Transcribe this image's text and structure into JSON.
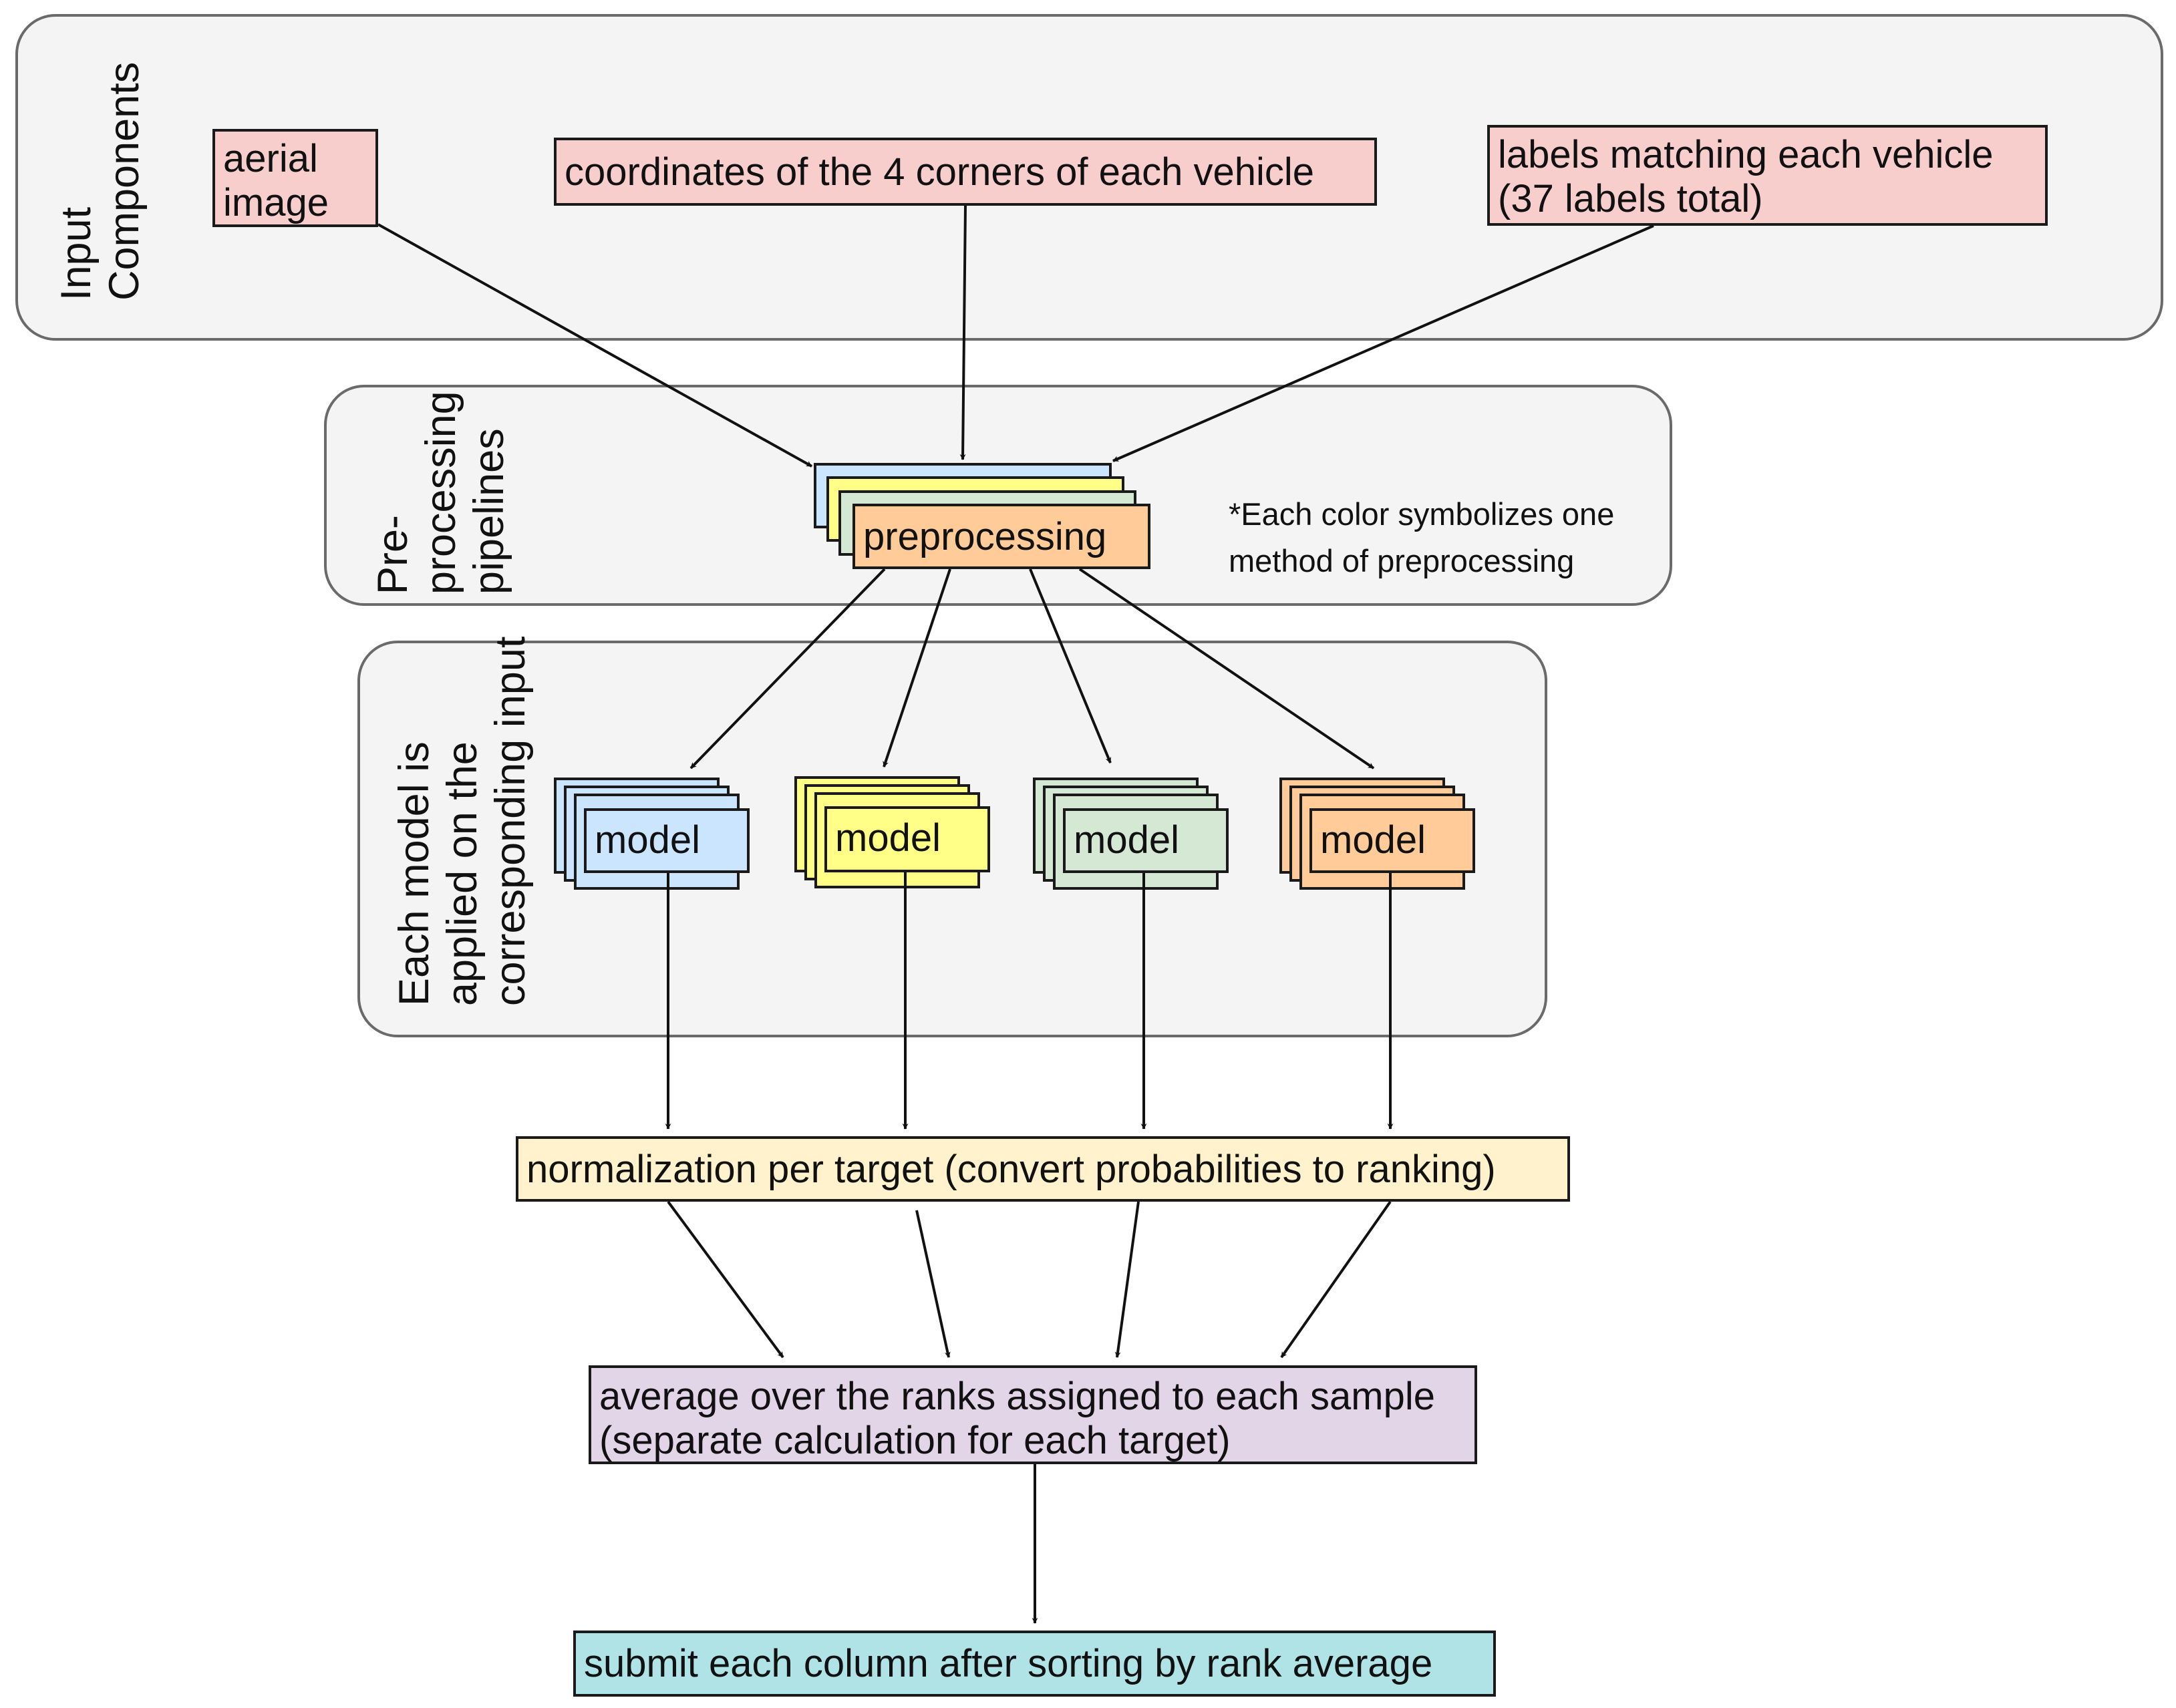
{
  "groups": {
    "input": {
      "label_lines": [
        "Input",
        "Components"
      ]
    },
    "preprocessing": {
      "label_lines": [
        "Pre-",
        "processing",
        "pipelines"
      ]
    },
    "models": {
      "label_lines": [
        "Each model is",
        "applied on the",
        "corresponding input"
      ]
    }
  },
  "inputs": {
    "aerial_image": [
      "aerial",
      "image"
    ],
    "coordinates": "coordinates of the 4 corners of each vehicle",
    "labels": [
      "labels matching each vehicle",
      "(37 labels total)"
    ]
  },
  "preprocessing": {
    "label": "preprocessing",
    "note": [
      "*Each color symbolizes one",
      "method of preprocessing"
    ]
  },
  "models": [
    {
      "label": "model",
      "color": "#cce5ff"
    },
    {
      "label": "model",
      "color": "#ffff88"
    },
    {
      "label": "model",
      "color": "#d5e8d4"
    },
    {
      "label": "model",
      "color": "#ffcc99"
    }
  ],
  "normalization": "normalization per target (convert probabilities to ranking)",
  "average": [
    "average over the ranks assigned to each sample",
    "(separate calculation for each target)"
  ],
  "submit": "submit each column after sorting by rank average"
}
